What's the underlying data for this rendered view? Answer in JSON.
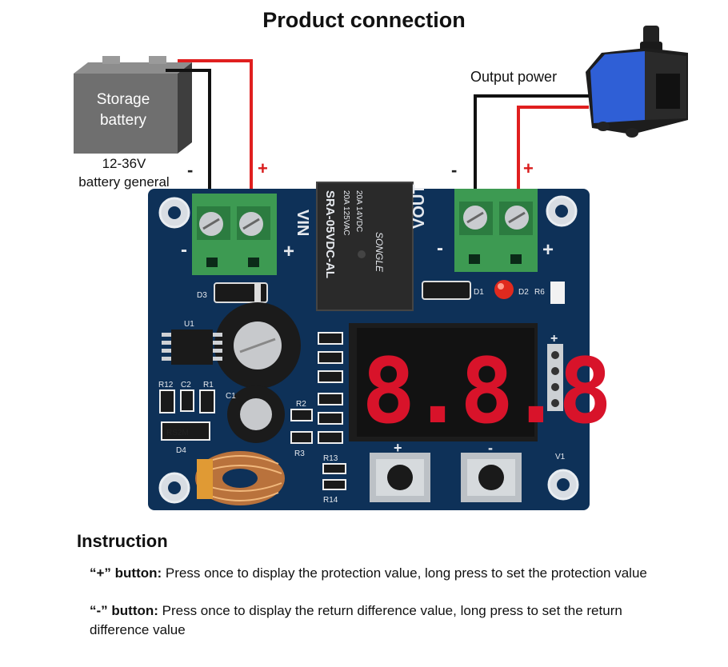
{
  "title": "Product connection",
  "battery": {
    "label_line1": "Storage",
    "label_line2": "battery",
    "voltage_line1": "12-36V",
    "voltage_line2": "battery general",
    "minus": "-",
    "plus": "+"
  },
  "output": {
    "label": "Output power",
    "minus": "-",
    "plus": "+"
  },
  "board": {
    "vin_label": "VIN",
    "vout_label": "VOUT",
    "relay_line1": "SRA-05VDC-AL",
    "relay_line2": "20A 125VAC",
    "relay_line3": "20A 14VDC",
    "relay_brand": "SONGLE",
    "display_digits": "8.8.8",
    "plus_mark": "+",
    "minus_mark": "-",
    "components": {
      "d3": "D3",
      "u1": "U1",
      "r12": "R12",
      "c2": "C2",
      "r1": "R1",
      "c1": "C1",
      "r2": "R2",
      "r3": "R3",
      "d4": "D4",
      "r13": "R13",
      "r14": "R14",
      "d1": "D1",
      "d2": "D2",
      "r6": "R6",
      "v1": "V1",
      "r5": "RS2M"
    },
    "colors": {
      "pcb": "#0e3158",
      "terminal": "#3d9a52",
      "display": "#d8132a",
      "wire_red": "#e01f1f",
      "wire_black": "#111111"
    }
  },
  "instruction": {
    "title": "Instruction",
    "items": [
      {
        "key": "“+” button:",
        "text": " Press once to display the protection value, long press to set the protection value"
      },
      {
        "key": "“-” button:",
        "text": " Press once to display the return difference value, long press to set the return difference value"
      }
    ]
  }
}
